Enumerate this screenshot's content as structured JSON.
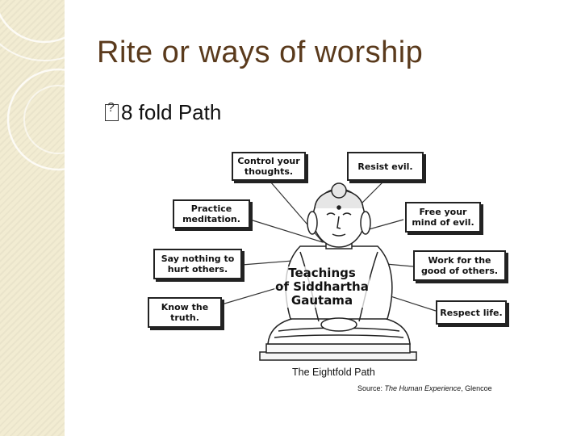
{
  "slide": {
    "title": "Rite or ways of worship",
    "bullet_glyph": "�",
    "bullet_text": "8 fold Path"
  },
  "diagram": {
    "center_label": "Teachings\nof Siddhartha\nGautama",
    "caption": "The Eightfold Path",
    "source_prefix": "Source: ",
    "source_title": "The Human Experience",
    "source_suffix": ", Glencoe",
    "path_items": [
      "Control your\nthoughts.",
      "Resist evil.",
      "Practice\nmeditation.",
      "Free your\nmind of evil.",
      "Say nothing to\nhurt others.",
      "Work for the\ngood of others.",
      "Know the\ntruth.",
      "Respect life."
    ]
  },
  "colors": {
    "title": "#5a3a1c",
    "sidebar": "#f2ecd2"
  }
}
